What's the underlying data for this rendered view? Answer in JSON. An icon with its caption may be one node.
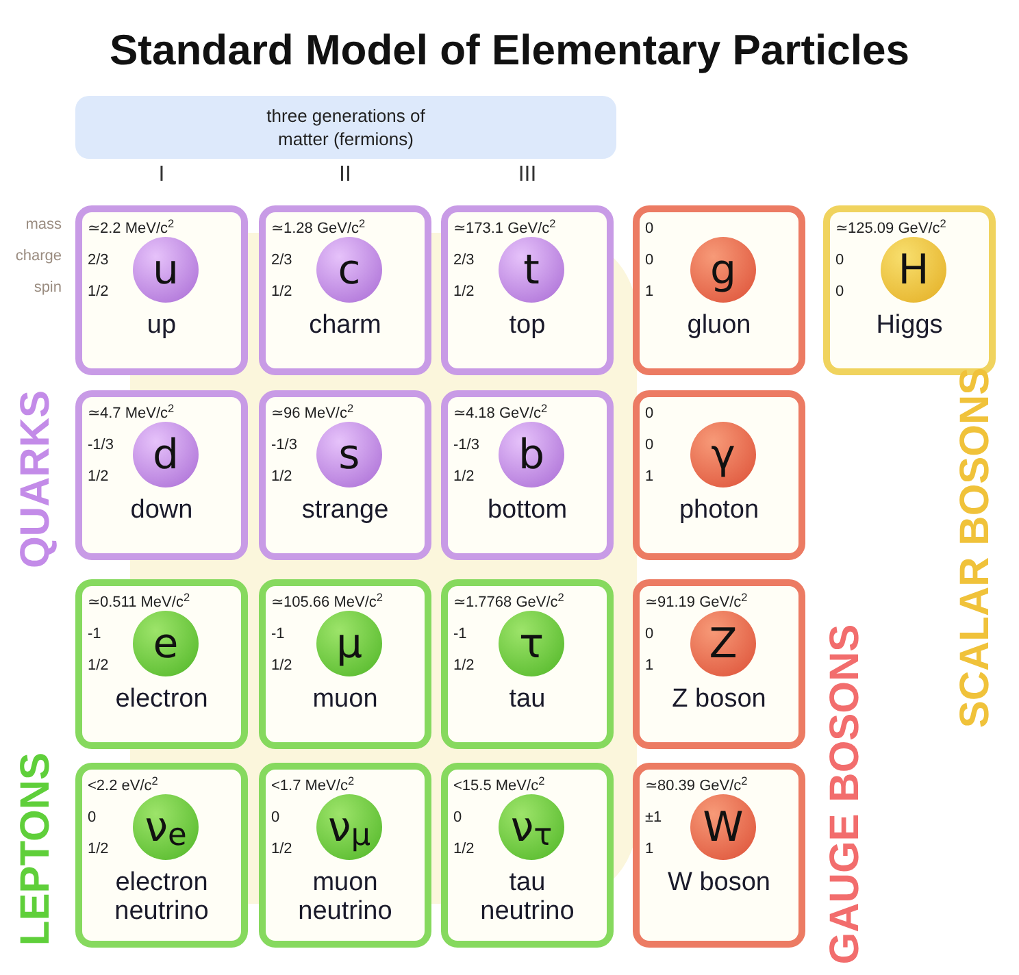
{
  "diagram": {
    "title": "Standard Model of Elementary Particles",
    "nodes": [
      {
        "text": [
          "three generations of matter (fermions)"
        ]
      },
      {
        "text": [
          "≃2.2 MeV/c$^{2}$",
          "2/3",
          "1/2",
          "u",
          "up"
        ]
      },
      {
        "text": [
          "≃1.28 GeV/c$^{2}$",
          "2/3",
          "1/2",
          "c",
          "charm"
        ]
      },
      {
        "text": [
          "≃173.1 GeV/c$^{2}$",
          "2/3",
          "1/2",
          "t",
          "top"
        ]
      },
      {
        "text": [
          "0",
          "0",
          "1",
          "g",
          "gluon"
        ]
      },
      {
        "text": [
          "≃125.09 GeV/c$^{2}$",
          "0",
          "0",
          "H",
          "Higgs"
        ]
      },
      {
        "text": [
          "≃4.7 MeV/c$^{2}$",
          "-1/3",
          "1/2",
          "d",
          "down"
        ]
      },
      {
        "text": [
          "≃96 MeV/c$^{2}$",
          "-1/3",
          "1/2",
          "s",
          "strange"
        ]
      },
      {
        "text": [
          "≃4.18 GeV/c$^{2}$",
          "-1/3",
          "1/2",
          "b",
          "bottom"
        ]
      },
      {
        "text": [
          "0",
          "0",
          "1",
          "γ",
          "photon"
        ]
      },
      {
        "text": [
          "≃0.511 MeV/c$^{2}$",
          "-1",
          "1/2",
          "e",
          "electron"
        ]
      },
      {
        "text": [
          "≃105.66 MeV/c$^{2}$",
          "-1",
          "1/2",
          "μ",
          "muon"
        ]
      },
      {
        "text": [
          "≃1.7768 GeV/c$^{2}$",
          "-1",
          "1/2",
          "τ",
          "tau"
        ]
      },
      {
        "text": [
          "≃91.19 GeV/c$^{2}$",
          "0",
          "1",
          "Z",
          "Z boson"
        ]
      },
      {
        "text": [
          "<2.2 eV/c$^{2}$",
          "0",
          "1/2",
          "ν$_{e}$",
          "electron neutrino"
        ]
      },
      {
        "text": [
          "<1.7 MeV/c$^{2}$",
          "0",
          "1/2",
          "ν$_{μ}$",
          "muon neutrino"
        ]
      },
      {
        "text": [
          "<15.5 MeV/c$^{2}$",
          "0",
          "1/2",
          "ν$_{τ}$",
          "tau neutrino"
        ]
      },
      {
        "text": [
          "≃80.39 GeV/c$^{2}$",
          "±1",
          "1",
          "W",
          "W boson"
        ]
      }
    ],
    "edges": [],
    "labels": [
      "I",
      "II",
      "III",
      "mass",
      "charge",
      "spin",
      "QUARKS",
      "SCALAR BOSONS",
      "GAUGE BOSONS",
      "LEPTONS"
    ]
  }
}
